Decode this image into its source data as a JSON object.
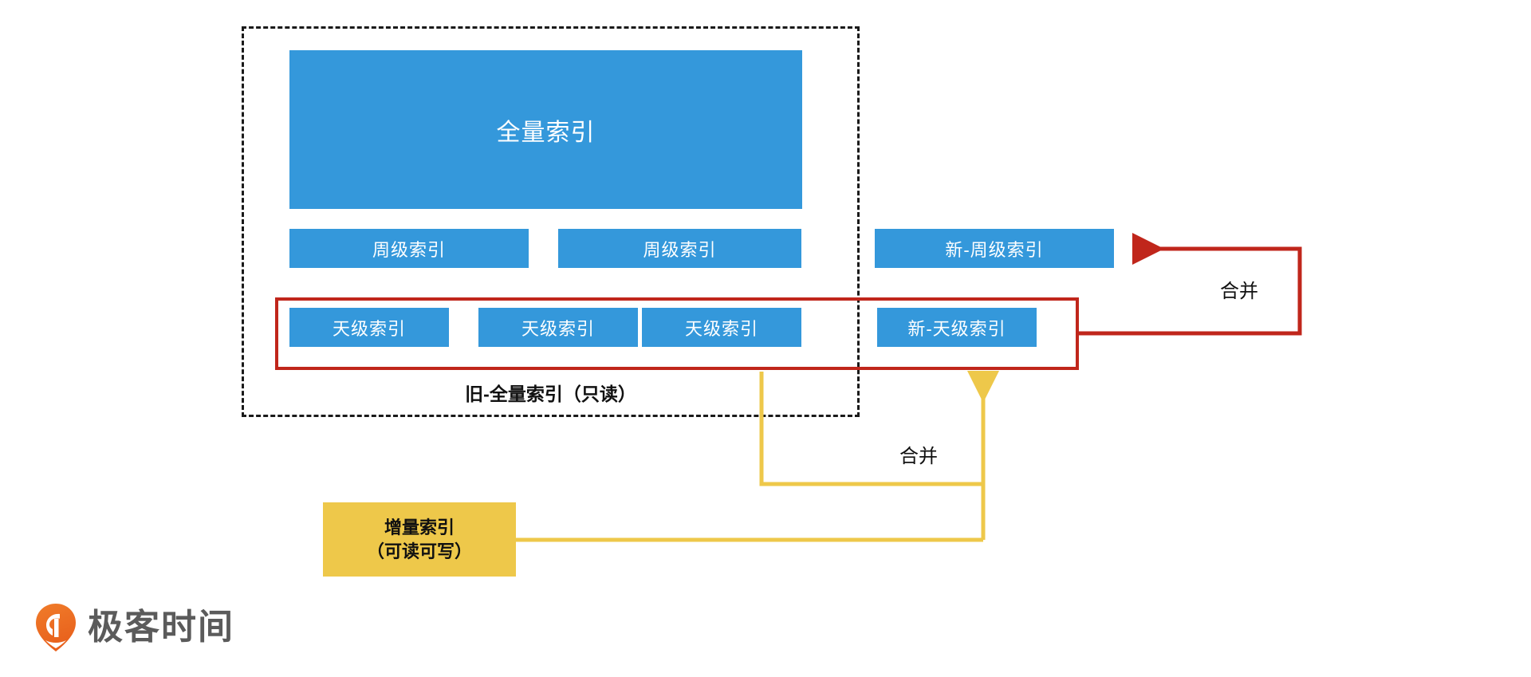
{
  "diagram": {
    "title_hidden": "",
    "colors": {
      "blue": "#3498db",
      "red": "#c0261b",
      "yellow": "#eec84a",
      "dashed_border": "#1a1a1a",
      "logo_orange": "#ef7a21",
      "logo_text": "#5b5b5b"
    },
    "old_group": {
      "caption": "旧-全量索引（只读）",
      "full_index": {
        "label": "全量索引"
      },
      "weekly": [
        {
          "label": "周级索引"
        },
        {
          "label": "周级索引"
        }
      ],
      "daily": [
        {
          "label": "天级索引"
        },
        {
          "label": "天级索引"
        },
        {
          "label": "天级索引"
        }
      ]
    },
    "new_boxes": {
      "weekly_new": {
        "label": "新-周级索引"
      },
      "daily_new": {
        "label": "新-天级索引"
      }
    },
    "incremental": {
      "line1": "增量索引",
      "line2": "（可读可写）"
    },
    "connectors": {
      "merge_red": {
        "label": "合并",
        "color": "#c0261b"
      },
      "merge_yellow": {
        "label": "合并",
        "color": "#eec84a"
      }
    }
  },
  "footer": {
    "logo_text": "极客时间",
    "logo_icon": "geek-time-pin-icon"
  }
}
